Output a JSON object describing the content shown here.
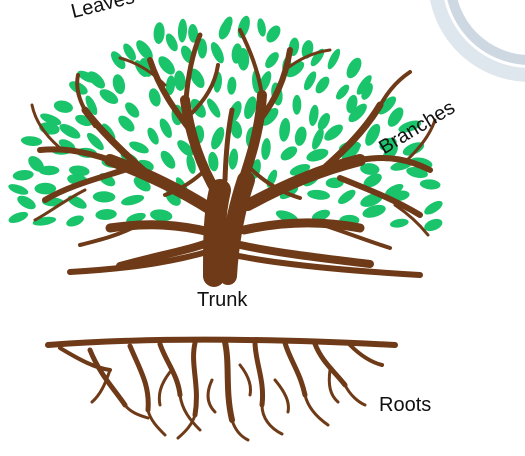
{
  "labels": {
    "leaves": "Leaves",
    "branches": "Branches",
    "trunk": "Trunk",
    "roots": "Roots"
  },
  "colors": {
    "leaf": "#19c46b",
    "wood": "#6e3a17",
    "corner_ring": "#d3dde6"
  },
  "icons": {
    "tree": "tree-illustration",
    "roots": "roots-illustration"
  }
}
